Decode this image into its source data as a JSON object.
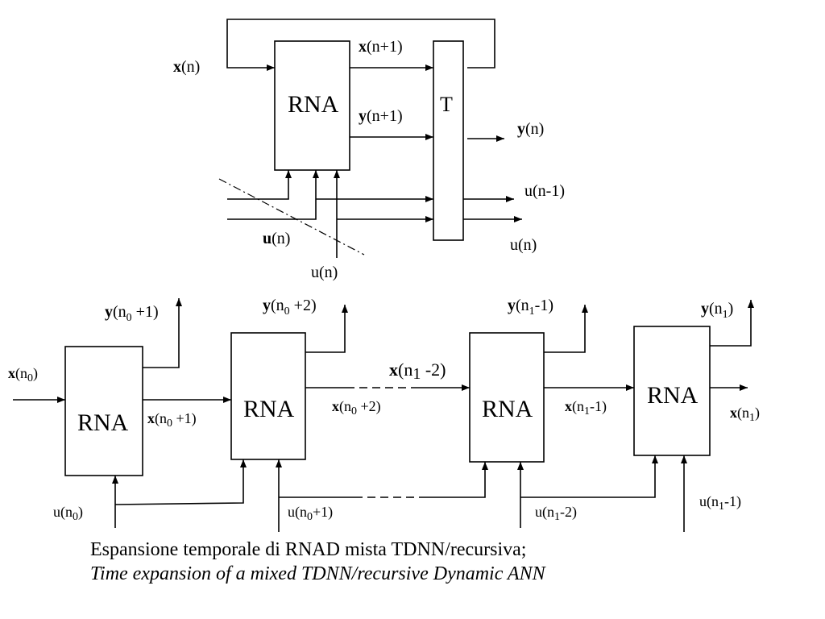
{
  "top": {
    "block_label": "RNA",
    "delay_label": "T",
    "x_in": {
      "bold": "x",
      "rest": "(n)"
    },
    "x_next": {
      "bold": "x",
      "rest": "(n+1)"
    },
    "y_next": {
      "bold": "y",
      "rest": "(n+1)"
    },
    "y_out": {
      "bold": "y",
      "rest": "(n)"
    },
    "u_prev": "u(n-1)",
    "u_out": "u(n)",
    "u_in_bold": {
      "bold": "u",
      "rest": "(n)"
    },
    "u_in_bottom": "u(n)"
  },
  "bottom": {
    "blocks": [
      "RNA",
      "RNA",
      "RNA",
      "RNA"
    ],
    "x_n0": {
      "bold": "x",
      "pre": "(n",
      "sub": "0",
      "post": ")"
    },
    "y1": {
      "bold": "y",
      "pre": "(n",
      "sub": "0",
      "post": " +1)"
    },
    "y2": {
      "bold": "y",
      "pre": "(n",
      "sub": "0",
      "post": " +2)"
    },
    "y3": {
      "bold": "y",
      "pre": "(n",
      "sub": "1",
      "post": "-1)"
    },
    "y4": {
      "bold": "y",
      "pre": "(n",
      "sub": "1",
      "post": ")"
    },
    "xa": {
      "bold": "x",
      "pre": "(n",
      "sub": "0",
      "post": " +1)"
    },
    "xb": {
      "bold": "x",
      "pre": "(n",
      "sub": "0",
      "post": " +2)"
    },
    "xc": {
      "bold": "x",
      "pre": "(n",
      "sub": "1",
      "post": " -2)"
    },
    "xd": {
      "bold": "x",
      "pre": "(n",
      "sub": "1",
      "post": "-1)"
    },
    "xe": {
      "bold": "x",
      "pre": "(n",
      "sub": "1",
      "post": ")"
    },
    "u0": {
      "pre": "u(n",
      "sub": "0",
      "post": ")"
    },
    "u1": {
      "pre": "u(n",
      "sub": "0",
      "post": "+1)"
    },
    "u2": {
      "pre": "u(n",
      "sub": "1",
      "post": "-2)"
    },
    "u3": {
      "pre": "u(n",
      "sub": "1",
      "post": "-1)"
    }
  },
  "caption": {
    "line1": "Espansione temporale di RNAD mista TDNN/recursiva;",
    "line2": "Time expansion of a mixed TDNN/recursive Dynamic ANN"
  }
}
